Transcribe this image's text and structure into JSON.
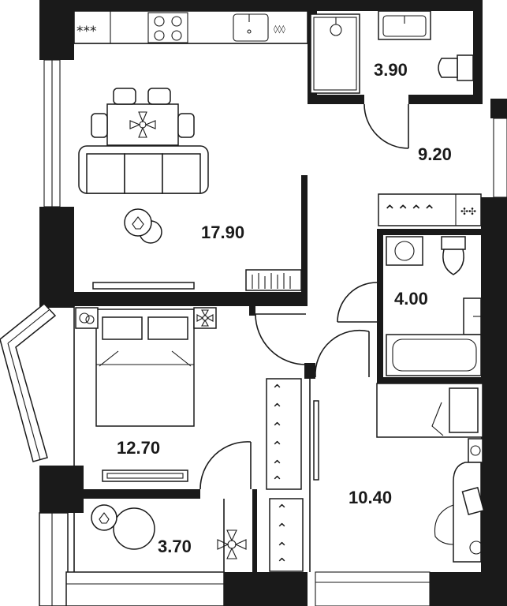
{
  "plan": {
    "rooms": [
      {
        "id": "living-kitchen",
        "area": "17.90"
      },
      {
        "id": "bathroom-top",
        "area": "3.90"
      },
      {
        "id": "hallway",
        "area": "9.20"
      },
      {
        "id": "bathroom",
        "area": "4.00"
      },
      {
        "id": "bedroom",
        "area": "12.70"
      },
      {
        "id": "bedroom-2",
        "area": "10.40"
      },
      {
        "id": "balcony",
        "area": "3.70"
      }
    ],
    "icons": {
      "stove": "stove-icon",
      "sink": "sink-icon",
      "toilet": "toilet-icon",
      "shower": "shower-icon",
      "bathtub": "bathtub-icon",
      "washing_machine": "washing-machine-icon",
      "bed": "bed-icon",
      "sofa": "sofa-icon",
      "dining_table": "dining-table-icon",
      "plant": "plant-icon",
      "hanger": "hanger-icon",
      "armchair": "armchair-icon",
      "desk": "desk-icon",
      "tv": "tv-unit-icon",
      "bookshelf": "bookshelf-icon"
    },
    "colors": {
      "wall": "#1a1a1a",
      "floor": "#ffffff"
    }
  }
}
